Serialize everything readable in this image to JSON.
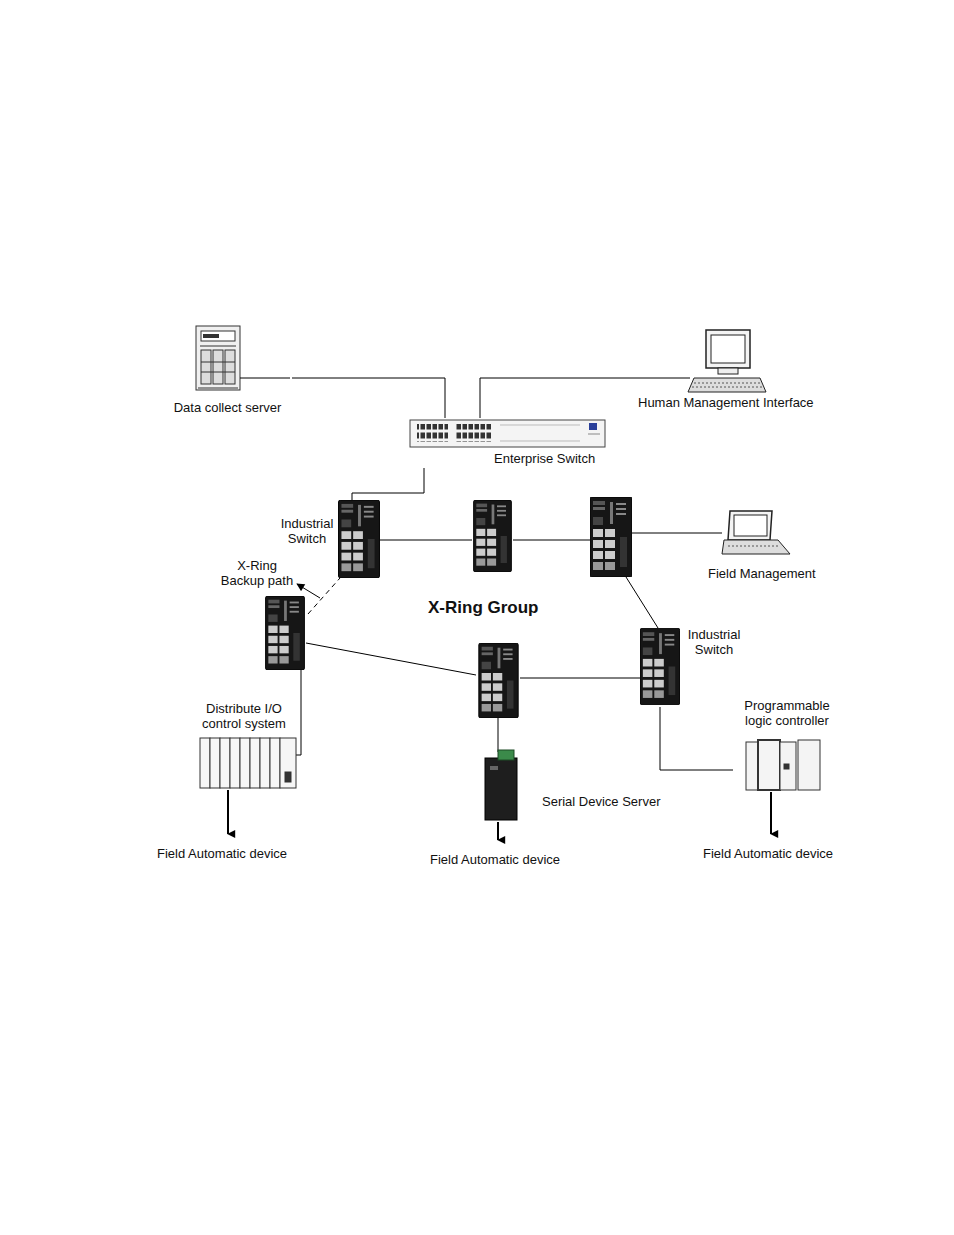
{
  "diagram": {
    "nodes": [
      {
        "text": [
          "Data collect server"
        ]
      },
      {
        "text": [
          "Human Management Interface"
        ]
      },
      {
        "text": [
          "Enterprise Switch"
        ]
      },
      {
        "text": [
          "Industrial Switch"
        ]
      },
      {
        "text": [
          "Field Management"
        ]
      },
      {
        "text": [
          "Industrial Switch"
        ]
      },
      {
        "text": [
          "Distribute I/O control system"
        ]
      },
      {
        "text": [
          "Serial Device Server"
        ]
      },
      {
        "text": [
          "Programmable logic controller"
        ]
      }
    ],
    "edges": [
      {
        "from": 0,
        "to": 2,
        "arrow": "none"
      },
      {
        "from": 1,
        "to": 2,
        "arrow": "none"
      },
      {
        "from": 2,
        "to": 3,
        "arrow": "none"
      },
      {
        "from": 5,
        "to": 8,
        "arrow": "none"
      }
    ],
    "labels": [
      "X-Ring Backup path",
      "X-Ring Group",
      "Field Automatic device",
      "Field Automatic device",
      "Field Automatic device"
    ]
  }
}
